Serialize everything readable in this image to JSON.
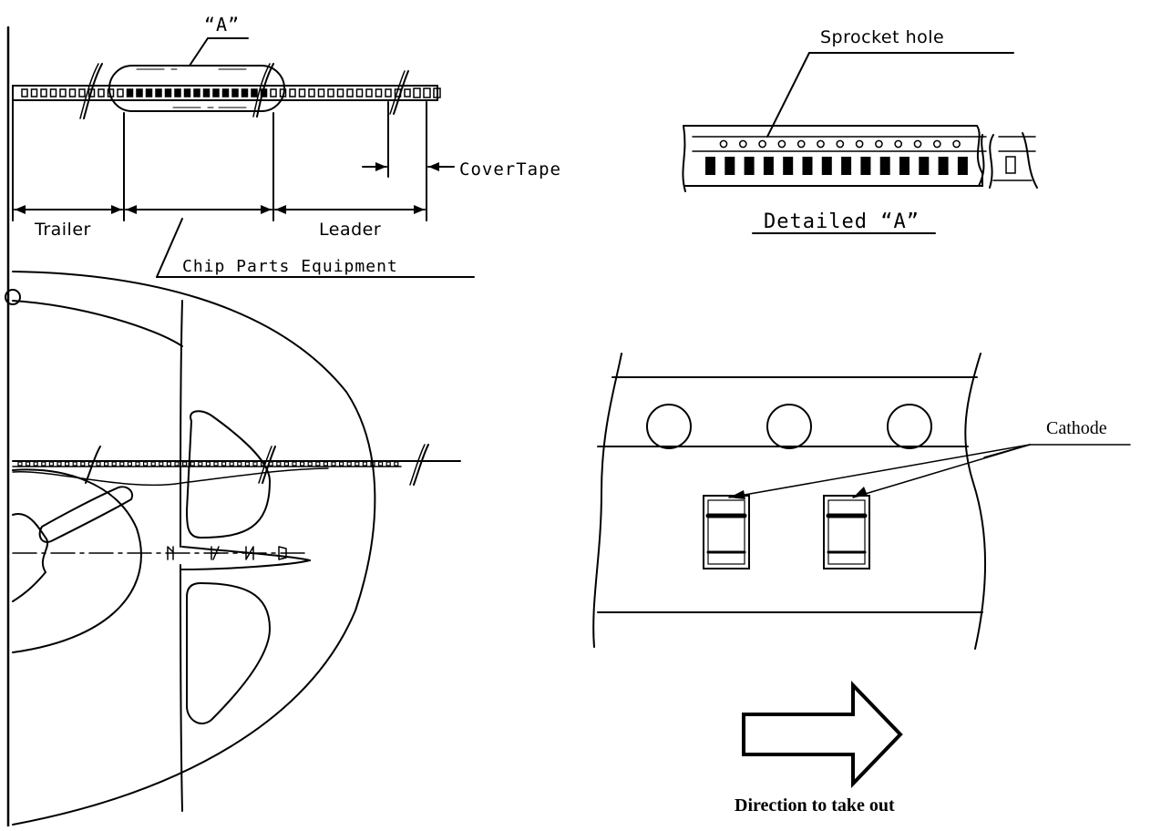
{
  "labels": {
    "detail_marker": "“A”",
    "sprocket_hole": "Sprocket hole",
    "cover_tape": "CoverTape",
    "trailer": "Trailer",
    "leader": "Leader",
    "chip_parts_equipment": "Chip Parts Equipment",
    "detailed_a": "Detailed “A”",
    "cathode": "Cathode",
    "direction": "Direction to take  out"
  },
  "colors": {
    "line": "#000000",
    "background": "#ffffff"
  }
}
